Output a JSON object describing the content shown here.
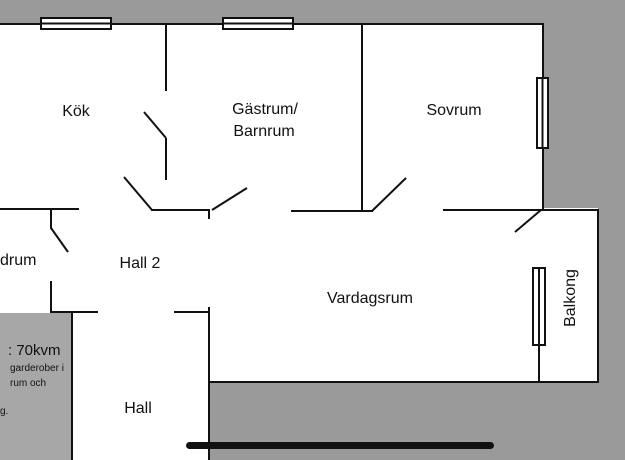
{
  "plan": {
    "rooms": {
      "kok": "Kök",
      "gastrum_line1": "Gästrum/",
      "gastrum_line2": "Barnrum",
      "sovrum": "Sovrum",
      "sovrum_left_partial": "drum",
      "hall2": "Hall 2",
      "vardagsrum": "Vardagsrum",
      "balkong": "Balkong",
      "hall": "Hall"
    },
    "info": {
      "area": ": 70kvm",
      "line1": "garderober i",
      "line2": "rum och",
      "line3": "g."
    }
  },
  "colors": {
    "background": "#9a9a9a",
    "floor": "#ffffff",
    "wall": "#111111",
    "info_panel": "#a7a7a7",
    "home_indicator": "#111111"
  }
}
